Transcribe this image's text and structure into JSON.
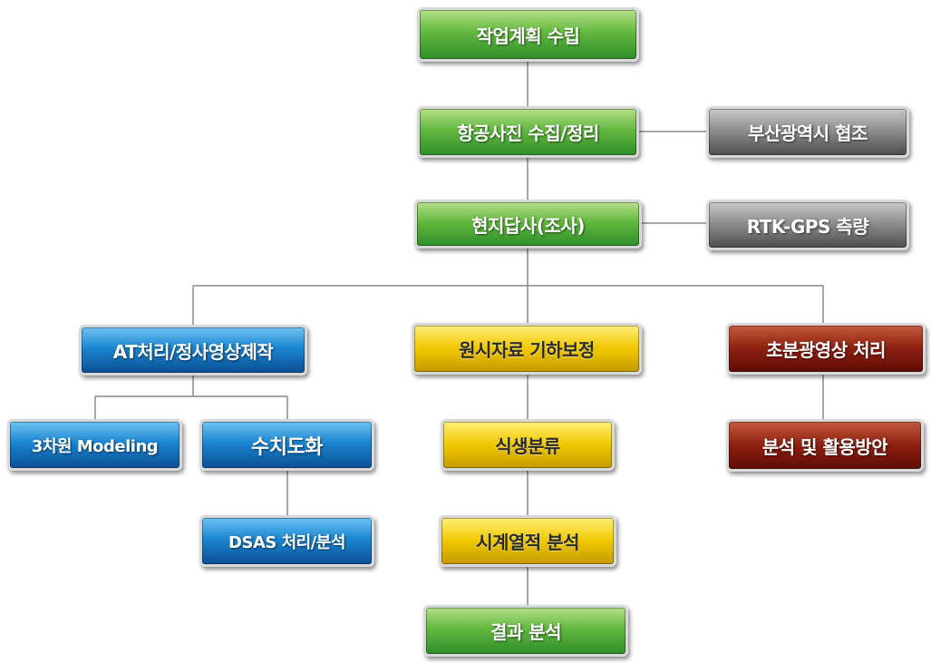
{
  "nodes": {
    "planning": "작업계획 수립",
    "aerial_photo": "항공사진 수집/정리",
    "busan_coop": "부산광역시 협조",
    "field_survey": "현지답사(조사)",
    "rtk_gps": "RTK-GPS 측량",
    "at_ortho": "AT처리/정사영상제작",
    "raw_correction": "원시자료 기하보정",
    "hyperspectral": "초분광영상 처리",
    "modeling_3d": "3차원 Modeling",
    "digitizing": "수치도화",
    "vegetation": "식생분류",
    "analysis_use": "분석 및 활용방안",
    "dsas": "DSAS 처리/분석",
    "timeseries": "시계열적 분석",
    "result": "결과 분석"
  },
  "colors": {
    "green": "#4ea832",
    "gray": "#7a7a7a",
    "blue": "#1677c2",
    "yellow": "#e8c000",
    "red": "#7d1a0e",
    "connector": "#8a8a8a"
  }
}
